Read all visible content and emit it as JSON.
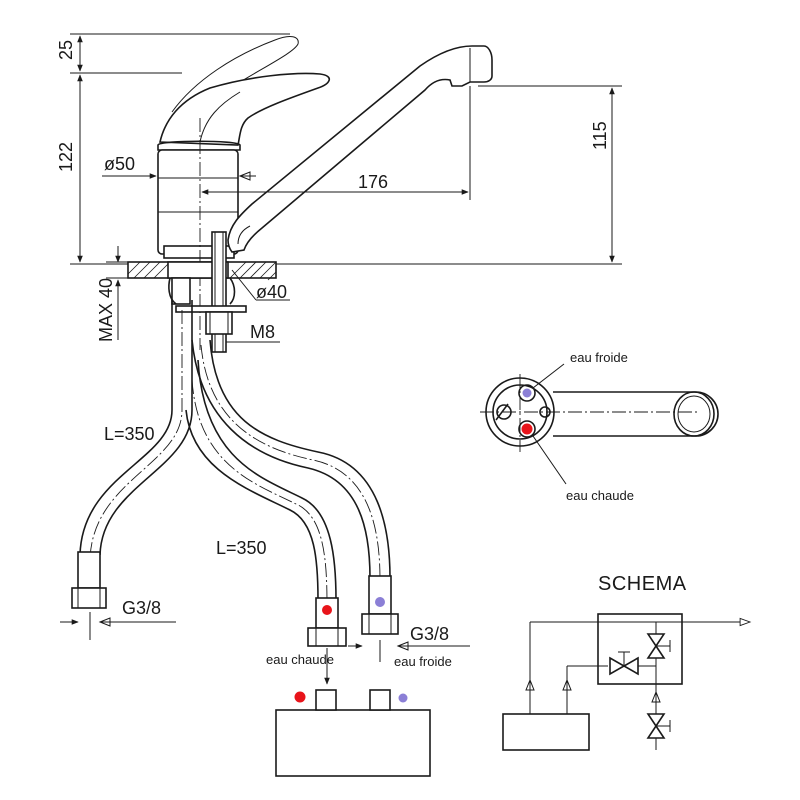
{
  "dimensions": {
    "height_top": "25",
    "height_body": "122",
    "spout_height": "115",
    "spout_reach": "176",
    "body_diameter": "ø50",
    "hole_diameter": "ø40",
    "max_thickness": "MAX 40",
    "stud_thread": "M8",
    "hose_length_1": "L=350",
    "hose_length_2": "L=350",
    "thread_1": "G3/8",
    "thread_2": "G3/8"
  },
  "labels": {
    "cold_top": "eau froide",
    "hot_top": "eau chaude",
    "hot_bottom": "eau chaude",
    "cold_bottom": "eau froide",
    "schema_title": "SCHEMA"
  },
  "colors": {
    "hot": "#e8141a",
    "cold": "#8b7fd6",
    "line": "#1a1a1a"
  }
}
